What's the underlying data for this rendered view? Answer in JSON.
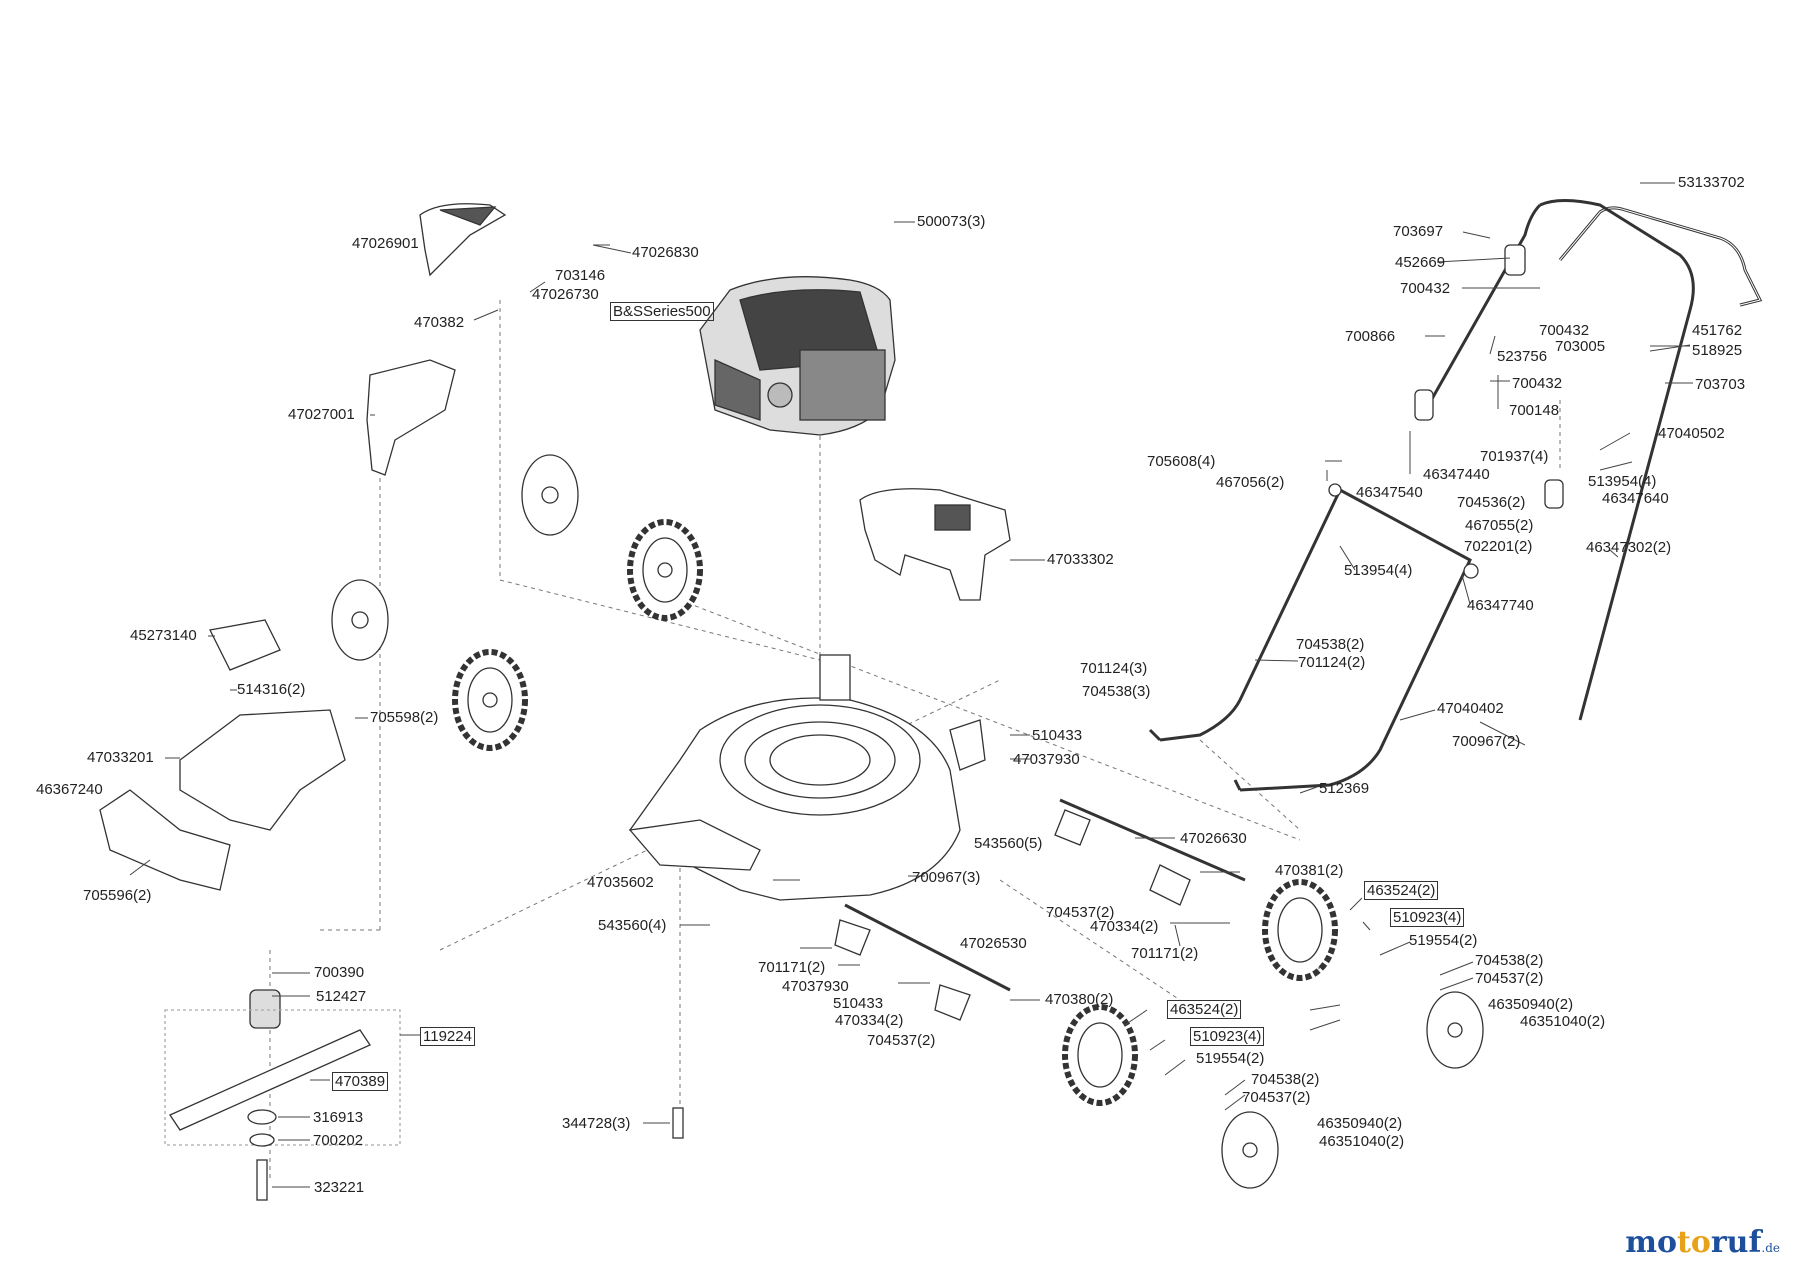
{
  "labels": {
    "l53133702": "53133702",
    "l703697": "703697",
    "l452669": "452669",
    "l700432a": "700432",
    "l700866": "700866",
    "l700432b": "700432",
    "l451762": "451762",
    "l703005": "703005",
    "l518925": "518925",
    "l523756": "523756",
    "l700432c": "700432",
    "l703703": "703703",
    "l700148": "700148",
    "l701937": "701937(4)",
    "l47040502": "47040502",
    "l705608": "705608(4)",
    "l46347440": "46347440",
    "l467056": "467056(2)",
    "l46347540": "46347540",
    "l513954a": "513954(4)",
    "l704536": "704536(2)",
    "l46347640": "46347640",
    "l467055": "467055(2)",
    "l702201": "702201(2)",
    "l46347302": "46347302(2)",
    "l513954b": "513954(4)",
    "l46347740": "46347740",
    "l704538a": "704538(2)",
    "l701124a": "701124(3)",
    "l701124b": "701124(2)",
    "l704538b": "704538(3)",
    "l47040402": "47040402",
    "l700967a": "700967(2)",
    "l512369": "512369",
    "l47026901": "47026901",
    "l47026830": "47026830",
    "l703146": "703146",
    "l470382": "470382",
    "l47026730": "47026730",
    "lBS": "B&SSeries500",
    "l500073": "500073(3)",
    "l47027001": "47027001",
    "l47033302": "47033302",
    "l45273140": "45273140",
    "l514316": "514316(2)",
    "l705598": "705598(2)",
    "l47033201": "47033201",
    "l46367240": "46367240",
    "l705596": "705596(2)",
    "l510433a": "510433",
    "l47037930a": "47037930",
    "l543560a": "543560(5)",
    "l47026630": "47026630",
    "l47035602": "47035602",
    "l700967b": "700967(3)",
    "l543560b": "543560(4)",
    "l470381": "470381(2)",
    "l463524a": "463524(2)",
    "l704537a": "704537(2)",
    "l470334a": "470334(2)",
    "l510923a": "510923(4)",
    "l519554a": "519554(2)",
    "l701171a": "701171(2)",
    "l704538c": "704538(2)",
    "l704537b": "704537(2)",
    "l47026530": "47026530",
    "l701171b": "701171(2)",
    "l47037930b": "47037930",
    "l510433b": "510433",
    "l470334b": "470334(2)",
    "l704537c": "704537(2)",
    "l470380": "470380(2)",
    "l463524b": "463524(2)",
    "l46350940a": "46350940(2)",
    "l46351040a": "46351040(2)",
    "l510923b": "510923(4)",
    "l519554b": "519554(2)",
    "l704538d": "704538(2)",
    "l704537d": "704537(2)",
    "l46350940b": "46350940(2)",
    "l46351040b": "46351040(2)",
    "l700390": "700390",
    "l512427": "512427",
    "l119224": "119224",
    "l470389": "470389",
    "l316913": "316913",
    "l700202": "700202",
    "l323221": "323221",
    "l344728": "344728(3)"
  },
  "watermark": {
    "part1": "mo",
    "part2": "to",
    "part3": "ruf",
    "suffix": ".de"
  },
  "colors": {
    "line": "#333333",
    "part_fill": "#ffffff",
    "engine_dark": "#555555",
    "brand_blue": "#1d4f9c",
    "brand_orange": "#e7a21a"
  }
}
